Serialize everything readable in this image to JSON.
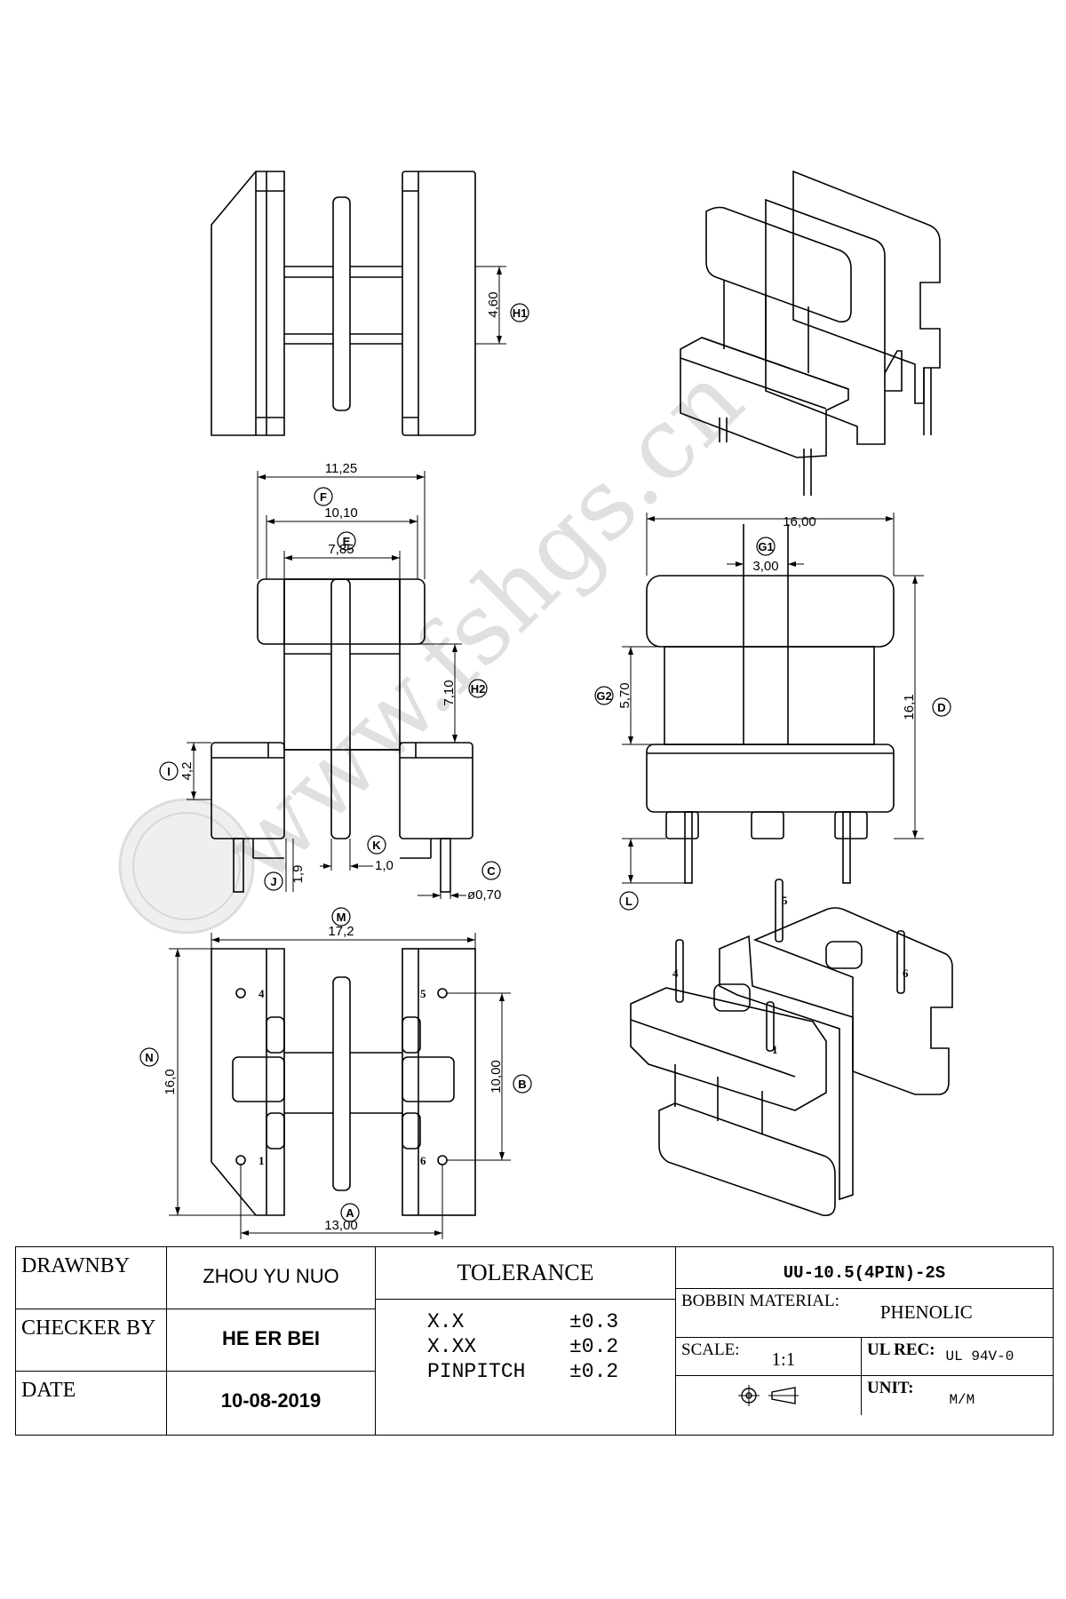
{
  "watermark": "www.fshgs.cn",
  "top_view": {
    "dim_h1_value": "4,60",
    "dim_h1_label": "H1"
  },
  "front_view": {
    "dim_f_value": "11,25",
    "dim_f_label": "F",
    "dim_e_value": "10,10",
    "dim_e_label": "E",
    "dim_785_value": "7,85",
    "dim_h2_value": "7,10",
    "dim_h2_label": "H2",
    "dim_i_value": "4,2",
    "dim_i_label": "I",
    "dim_j_value": "1,9",
    "dim_j_label": "J",
    "dim_k_value": "1,0",
    "dim_k_label": "K",
    "dim_c_value": "ø0,70",
    "dim_c_label": "C"
  },
  "side_view": {
    "dim_width_value": "16,00",
    "dim_g1_value": "3,00",
    "dim_g1_label": "G1",
    "dim_g2_value": "5,70",
    "dim_g2_label": "G2",
    "dim_d_value": "16,1",
    "dim_d_label": "D",
    "dim_l_label": "L"
  },
  "bottom_view": {
    "dim_m_value": "17,2",
    "dim_m_label": "M",
    "dim_n_value": "16,0",
    "dim_n_label": "N",
    "dim_b_value": "10,00",
    "dim_b_label": "B",
    "dim_a_value": "13,00",
    "dim_a_label": "A",
    "pin_labels": [
      "4",
      "5",
      "1",
      "6"
    ]
  },
  "iso_view": {
    "pin_labels": [
      "5",
      "4",
      "6",
      "1"
    ]
  },
  "title_block": {
    "drawn_by_label": "DRAWNBY",
    "drawn_by_value": "ZHOU YU NUO",
    "checker_label": "CHECKER BY",
    "checker_value": "HE ER BEI",
    "date_label": "DATE",
    "date_value": "10-08-2019",
    "tolerance_title": "TOLERANCE",
    "tolerance_rows": [
      {
        "key": "X.X",
        "value": "±0.3"
      },
      {
        "key": "X.XX",
        "value": "±0.2"
      },
      {
        "key": "PINPITCH",
        "value": "±0.2"
      }
    ],
    "part_number": "UU-10.5(4PIN)-2S",
    "bobbin_material_label": "BOBBIN MATERIAL:",
    "bobbin_material_value": "PHENOLIC",
    "scale_label": "SCALE:",
    "scale_value": "1:1",
    "ul_rec_label": "UL REC:",
    "ul_rec_value": "UL 94V-0",
    "unit_label": "UNIT:",
    "unit_value": "M/M"
  }
}
